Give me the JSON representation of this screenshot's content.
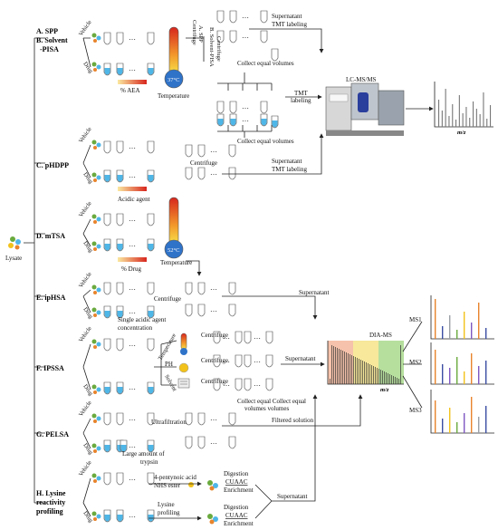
{
  "source": {
    "label": "Lysate"
  },
  "methods": [
    {
      "id": "A",
      "label": "A. SPP"
    },
    {
      "id": "B1",
      "label": "B. Solvent"
    },
    {
      "id": "B2",
      "label": "-PISA"
    },
    {
      "id": "C",
      "label": "C. pHDPP"
    },
    {
      "id": "D",
      "label": "D. mTSA"
    },
    {
      "id": "E",
      "label": "E. ipHSA"
    },
    {
      "id": "F",
      "label": "F. IPSSA"
    },
    {
      "id": "G",
      "label": "G. PELSA"
    },
    {
      "id": "H1",
      "label": "H. Lysine"
    },
    {
      "id": "H2",
      "label": "reactivity"
    },
    {
      "id": "H3",
      "label": "profiling"
    }
  ],
  "branch_labels": {
    "vehicle": "Vehicle",
    "drug": "Drug"
  },
  "dots": "…",
  "labels": {
    "pct_aea": "% AEA",
    "temp_a": "Temperature",
    "temp_37": "37°C",
    "rot_spp": "A. SPP",
    "rot_centrifuge": "Centrifuge",
    "rot_solvent_pisa": "B. Solvent-PISA",
    "collect_equal_1": "Collect equal volumes",
    "collect_equal_2": "Collect equal volumes",
    "supernatant": "Supernatant",
    "tmt_labeling": "TMT labeling",
    "tmt": "TMT",
    "labeling": "labeling",
    "lcmsms": "LC-MS/MS",
    "mz": "m/z",
    "centrifuge": "Centrifuge",
    "acidic_agent": "Acidic agent",
    "pct_drug": "% Drug",
    "temp_52": "52°C",
    "temp_d": "Temperature",
    "single_acidic_1": "Single acidic agent",
    "single_acidic_2": "concentration",
    "f_temperature": "Temperature",
    "f_ph": "PH",
    "f_solvent": "Solvent",
    "collect_eq_vol": "Collect equal Collect equal",
    "volumes_volumes": "volumes      volumes",
    "dia_ms": "DIA-MS",
    "ms1": "MS1",
    "ms2": "MS2",
    "ms3": "MS3",
    "ultrafiltration": "Ultrafiltration",
    "filtered_solution": "Filtered solution",
    "large_amount_1": "Large amount of",
    "large_amount_2": "trypsin",
    "pentynoic_1": "4-pentynoic acid",
    "pentynoic_2": "NHS ester",
    "lysine_prof_1": "Lysine",
    "lysine_prof_2": "profiling",
    "digestion": "Digestion",
    "cuaac": "CUAAC",
    "enrichment": "Enrichment"
  },
  "colors": {
    "tube_blue": "#4fb6e8",
    "gradient_start": "#f7e34a",
    "gradient_end": "#d7261e",
    "thermo_37": "#2f73c9",
    "thermo_52": "#2f73c9",
    "dia_bands": [
      "#f5b79c",
      "#f6e48a",
      "#a9d98d"
    ],
    "ms_bar_colors": [
      "#e8842c",
      "#3b4ea3",
      "#f2c21b",
      "#6aaa3e",
      "#7e57c2",
      "#9aa0a6"
    ]
  }
}
